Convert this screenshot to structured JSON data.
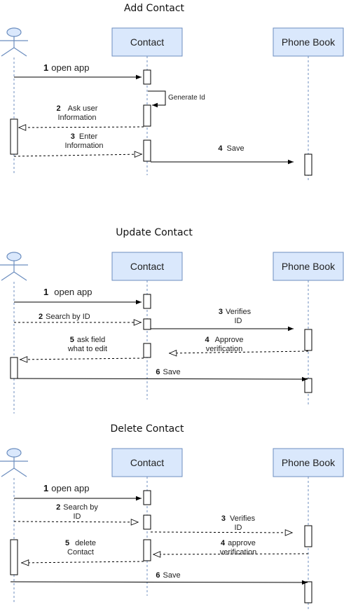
{
  "diagrams": [
    {
      "title": "Add Contact",
      "participants": {
        "contact": "Contact",
        "phonebook": "Phone Book"
      },
      "self_message": "Generate Id",
      "messages": [
        {
          "num": "1",
          "text": "open app"
        },
        {
          "num": "2",
          "text": "Ask user",
          "text2": "Information"
        },
        {
          "num": "3",
          "text": "Enter",
          "text2": "Information"
        },
        {
          "num": "4",
          "text": "Save"
        }
      ]
    },
    {
      "title": "Update Contact",
      "participants": {
        "contact": "Contact",
        "phonebook": "Phone Book"
      },
      "messages": [
        {
          "num": "1",
          "text": "open app"
        },
        {
          "num": "2",
          "text": "Search by ID"
        },
        {
          "num": "3",
          "text": "Verifies",
          "text2": "ID"
        },
        {
          "num": "4",
          "text": "Approve",
          "text2": "verification"
        },
        {
          "num": "5",
          "text": "ask field",
          "text2": "what to edit"
        },
        {
          "num": "6",
          "text": "Save"
        }
      ]
    },
    {
      "title": "Delete Contact",
      "participants": {
        "contact": "Contact",
        "phonebook": "Phone Book"
      },
      "messages": [
        {
          "num": "1",
          "text": "open app"
        },
        {
          "num": "2",
          "text": "Search by",
          "text2": "ID"
        },
        {
          "num": "3",
          "text": "Verifies",
          "text2": "ID"
        },
        {
          "num": "4",
          "text": "approve",
          "text2": "verification"
        },
        {
          "num": "5",
          "text": "delete",
          "text2": "Contact"
        },
        {
          "num": "6",
          "text": "Save"
        }
      ]
    }
  ]
}
